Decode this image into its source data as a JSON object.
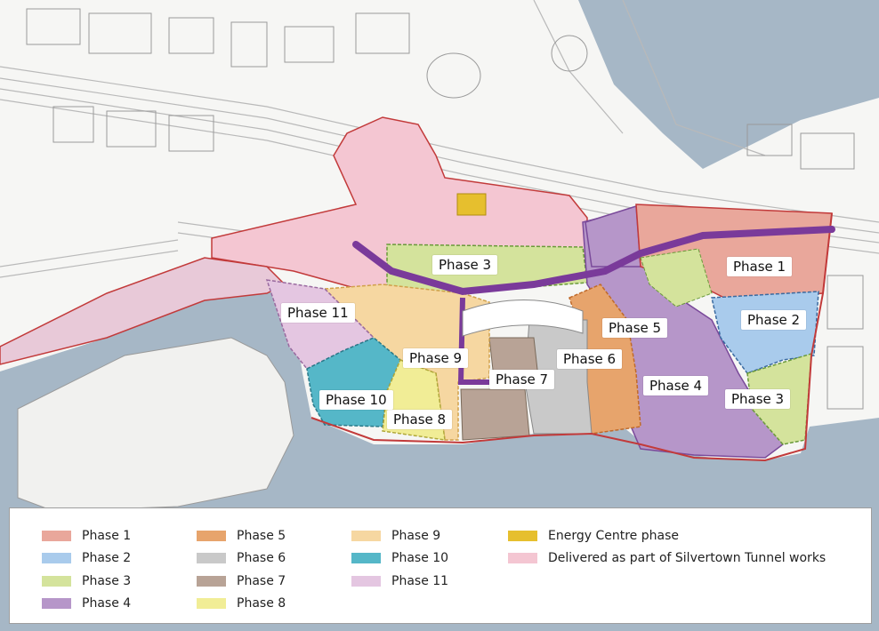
{
  "map": {
    "labels": [
      {
        "id": "phase-1-label",
        "text": "Phase 1"
      },
      {
        "id": "phase-2-label",
        "text": "Phase 2"
      },
      {
        "id": "phase-3-label-north",
        "text": "Phase 3"
      },
      {
        "id": "phase-3-label-east",
        "text": "Phase 3"
      },
      {
        "id": "phase-4-label",
        "text": "Phase 4"
      },
      {
        "id": "phase-5-label",
        "text": "Phase 5"
      },
      {
        "id": "phase-6-label",
        "text": "Phase 6"
      },
      {
        "id": "phase-7-label",
        "text": "Phase 7"
      },
      {
        "id": "phase-8-label",
        "text": "Phase 8"
      },
      {
        "id": "phase-9-label",
        "text": "Phase 9"
      },
      {
        "id": "phase-10-label",
        "text": "Phase 10"
      },
      {
        "id": "phase-11-label",
        "text": "Phase 11"
      }
    ]
  },
  "legend": {
    "columns": [
      [
        {
          "label": "Phase 1",
          "color": "#e9a79b"
        },
        {
          "label": "Phase 2",
          "color": "#a9cbec"
        },
        {
          "label": "Phase 3",
          "color": "#d4e39c"
        },
        {
          "label": "Phase 4",
          "color": "#b696c9"
        }
      ],
      [
        {
          "label": "Phase 5",
          "color": "#e7a46c"
        },
        {
          "label": "Phase 6",
          "color": "#c9c9c9"
        },
        {
          "label": "Phase 7",
          "color": "#b8a396"
        },
        {
          "label": "Phase 8",
          "color": "#f1ed96"
        }
      ],
      [
        {
          "label": "Phase 9",
          "color": "#f6d7a1"
        },
        {
          "label": "Phase 10",
          "color": "#55b7c8"
        },
        {
          "label": "Phase 11",
          "color": "#e4c6e1"
        }
      ],
      [
        {
          "label": "Energy Centre phase",
          "color": "#e6bf2e"
        },
        {
          "label": "Delivered as part of Silvertown Tunnel works",
          "color": "#f4c6d2"
        }
      ]
    ]
  }
}
